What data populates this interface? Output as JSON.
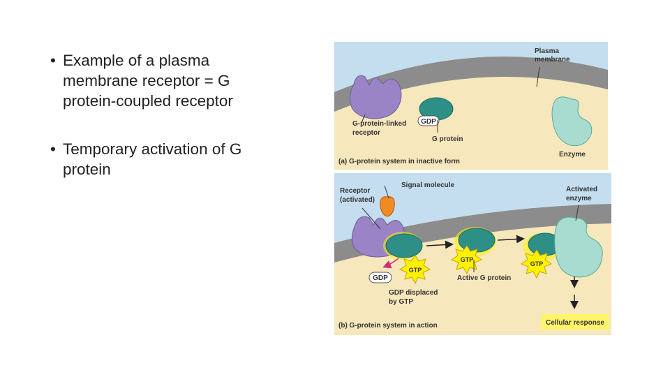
{
  "slide": {
    "bullets": [
      {
        "marker": "•",
        "text": "Example of a plasma membrane receptor = G protein-coupled receptor"
      },
      {
        "marker": "•",
        "text": "Temporary activation of G protein"
      }
    ]
  },
  "figure": {
    "panel_a": {
      "caption": "(a) G-protein system in inactive form",
      "plasma_membrane_line1": "Plasma",
      "plasma_membrane_line2": "membrane",
      "receptor_line1": "G-protein-linked",
      "receptor_line2": "receptor",
      "gdp": "GDP",
      "g_protein": "G protein",
      "enzyme": "Enzyme"
    },
    "panel_b": {
      "caption": "(b) G-protein system in action",
      "receptor_line1": "Receptor",
      "receptor_line2": "(activated)",
      "signal_molecule": "Signal molecule",
      "activated_enzyme_line1": "Activated",
      "activated_enzyme_line2": "enzyme",
      "gtp": "GTP",
      "gdp": "GDP",
      "gdp_displaced_line1": "GDP displaced",
      "gdp_displaced_line2": "by GTP",
      "active_g_protein": "Active G protein",
      "cellular_response": "Cellular response"
    },
    "colors": {
      "panel_sky": "#c4def0",
      "cytoplasm": "#f6e8bc",
      "membrane": "#8c8c8c",
      "receptor": "#9a84c6",
      "g_protein": "#2e8f86",
      "enzyme": "#a8dcd0",
      "gtp_burst": "#fff200",
      "signal_molecule": "#f08a24",
      "response_box": "#fff46a"
    }
  }
}
